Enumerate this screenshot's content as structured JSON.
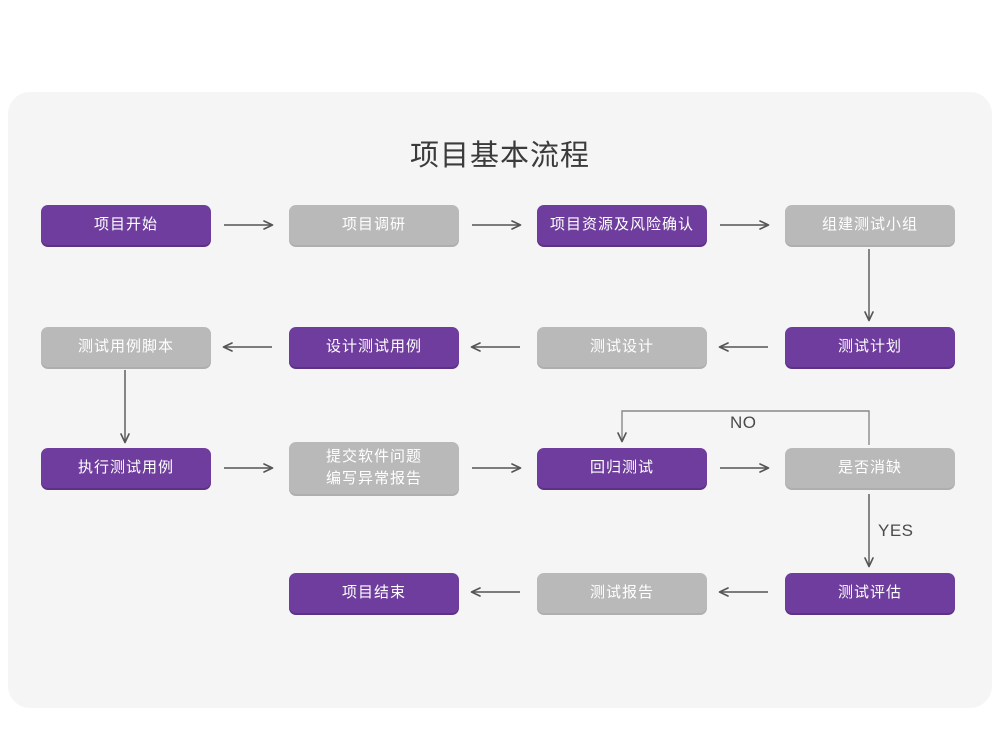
{
  "page": {
    "title": "项目基本流程",
    "background_color": "#ffffff",
    "card_color": "#f5f5f5",
    "accent_color": "#6f3d9e",
    "muted_color": "#b9b9b9",
    "edge_color": "#555555"
  },
  "chart_data": {
    "type": "diagram",
    "title": "项目基本流程",
    "nodes": [
      {
        "id": "n1",
        "label": "项目开始",
        "style": "purple",
        "row": 1,
        "col": 1
      },
      {
        "id": "n2",
        "label": "项目调研",
        "style": "gray",
        "row": 1,
        "col": 2
      },
      {
        "id": "n3",
        "label": "项目资源及风险确认",
        "style": "purple",
        "row": 1,
        "col": 3
      },
      {
        "id": "n4",
        "label": "组建测试小组",
        "style": "gray",
        "row": 1,
        "col": 4
      },
      {
        "id": "n5",
        "label": "测试用例脚本",
        "style": "gray",
        "row": 2,
        "col": 1
      },
      {
        "id": "n6",
        "label": "设计测试用例",
        "style": "purple",
        "row": 2,
        "col": 2
      },
      {
        "id": "n7",
        "label": "测试设计",
        "style": "gray",
        "row": 2,
        "col": 3
      },
      {
        "id": "n8",
        "label": "测试计划",
        "style": "purple",
        "row": 2,
        "col": 4
      },
      {
        "id": "n9",
        "label": "执行测试用例",
        "style": "purple",
        "row": 3,
        "col": 1
      },
      {
        "id": "n10",
        "label": "提交软件问题\n编写异常报告",
        "style": "gray",
        "row": 3,
        "col": 2
      },
      {
        "id": "n11",
        "label": "回归测试",
        "style": "purple",
        "row": 3,
        "col": 3
      },
      {
        "id": "n12",
        "label": "是否消缺",
        "style": "gray",
        "row": 3,
        "col": 4
      },
      {
        "id": "n13",
        "label": "项目结束",
        "style": "purple",
        "row": 4,
        "col": 2
      },
      {
        "id": "n14",
        "label": "测试报告",
        "style": "gray",
        "row": 4,
        "col": 3
      },
      {
        "id": "n15",
        "label": "测试评估",
        "style": "purple",
        "row": 4,
        "col": 4
      }
    ],
    "edges": [
      {
        "from": "n1",
        "to": "n2",
        "label": "",
        "direction": "right"
      },
      {
        "from": "n2",
        "to": "n3",
        "label": "",
        "direction": "right"
      },
      {
        "from": "n3",
        "to": "n4",
        "label": "",
        "direction": "right"
      },
      {
        "from": "n4",
        "to": "n8",
        "label": "",
        "direction": "down"
      },
      {
        "from": "n8",
        "to": "n7",
        "label": "",
        "direction": "left"
      },
      {
        "from": "n7",
        "to": "n6",
        "label": "",
        "direction": "left"
      },
      {
        "from": "n6",
        "to": "n5",
        "label": "",
        "direction": "left"
      },
      {
        "from": "n5",
        "to": "n9",
        "label": "",
        "direction": "down"
      },
      {
        "from": "n9",
        "to": "n10",
        "label": "",
        "direction": "right"
      },
      {
        "from": "n10",
        "to": "n11",
        "label": "",
        "direction": "right"
      },
      {
        "from": "n11",
        "to": "n12",
        "label": "",
        "direction": "right"
      },
      {
        "from": "n12",
        "to": "n11",
        "label": "NO",
        "direction": "loop-up-left-down"
      },
      {
        "from": "n12",
        "to": "n15",
        "label": "YES",
        "direction": "down"
      },
      {
        "from": "n15",
        "to": "n14",
        "label": "",
        "direction": "left"
      },
      {
        "from": "n14",
        "to": "n13",
        "label": "",
        "direction": "left"
      }
    ],
    "edge_labels": {
      "no": "NO",
      "yes": "YES"
    }
  }
}
